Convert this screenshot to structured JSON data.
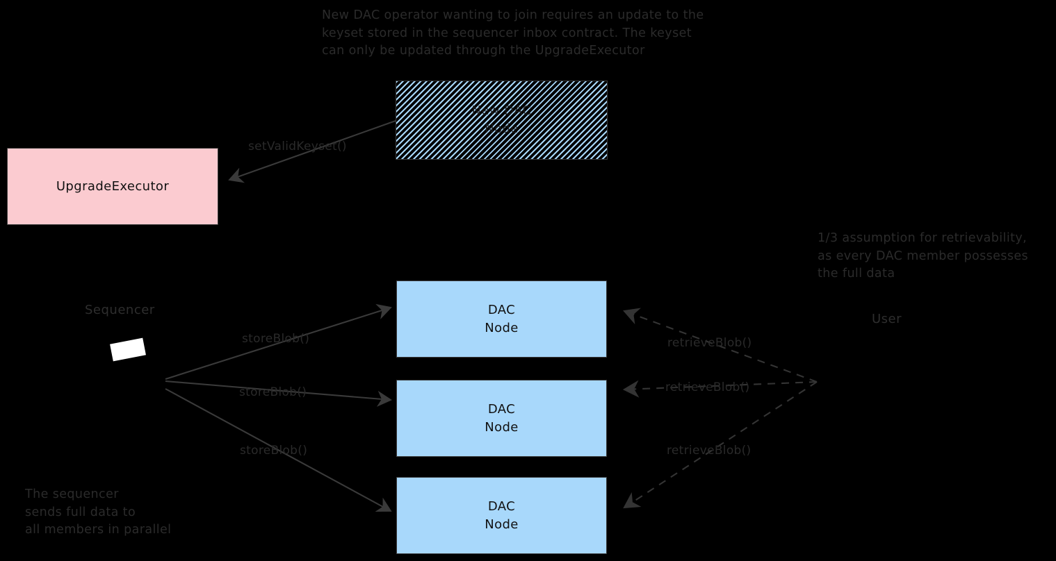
{
  "diagram": {
    "title_note": "New DAC operator wanting to join requires an update to the\nkeyset stored in the sequencer inbox contract. The keyset\ncan only be updated through the UpgradeExecutor",
    "retrievability_note": "1/3 assumption for retrievability,\nas every DAC member possesses\nthe full data",
    "sequencer_note": "The sequencer\nsends full data to\nall members in parallel",
    "labels": {
      "sequencer": "Sequencer",
      "user": "User"
    },
    "nodes": {
      "upgrade_executor": "UpgradeExecutor",
      "new_dac_node": "New DAC\nNode",
      "dac_node_1": "DAC\nNode",
      "dac_node_2": "DAC\nNode",
      "dac_node_3": "DAC\nNode"
    },
    "edges": {
      "set_valid_keyset": "setValidKeyset()",
      "store_blob_1": "storeBlob()",
      "store_blob_2": "storeBlob()",
      "store_blob_3": "storeBlob()",
      "retrieve_blob_1": "retrieveBlob()",
      "retrieve_blob_2": "retrieveBlob()",
      "retrieve_blob_3": "retrieveBlob()"
    },
    "colors": {
      "background": "#000000",
      "dac_node_fill": "#a8d8fb",
      "upgrade_executor_fill": "#fbcbd0",
      "stroke": "#3d3d3d",
      "text": "#2b2b2b"
    }
  }
}
